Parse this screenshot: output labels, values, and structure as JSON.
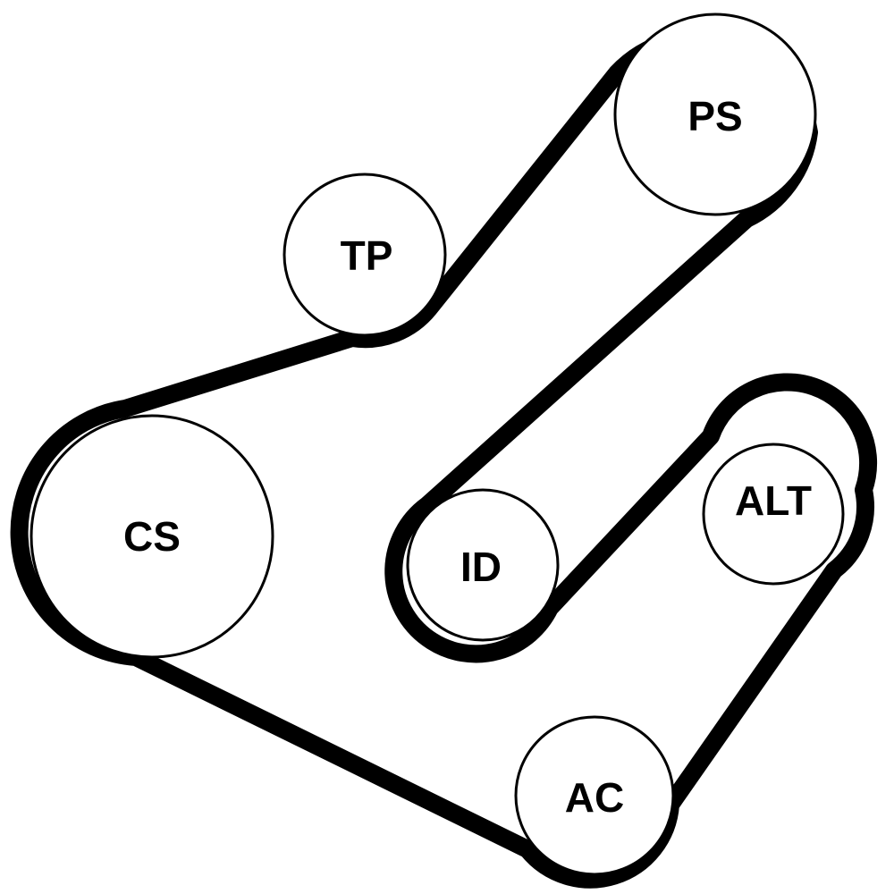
{
  "diagram": {
    "pulleys": {
      "ps": {
        "label": "PS"
      },
      "tp": {
        "label": "TP"
      },
      "cs": {
        "label": "CS"
      },
      "id": {
        "label": "ID"
      },
      "alt": {
        "label": "ALT"
      },
      "ac": {
        "label": "AC"
      }
    },
    "colors": {
      "belt": "#000000",
      "pulley_fill": "#ffffff",
      "pulley_stroke": "#000000",
      "background": "#ffffff"
    }
  }
}
